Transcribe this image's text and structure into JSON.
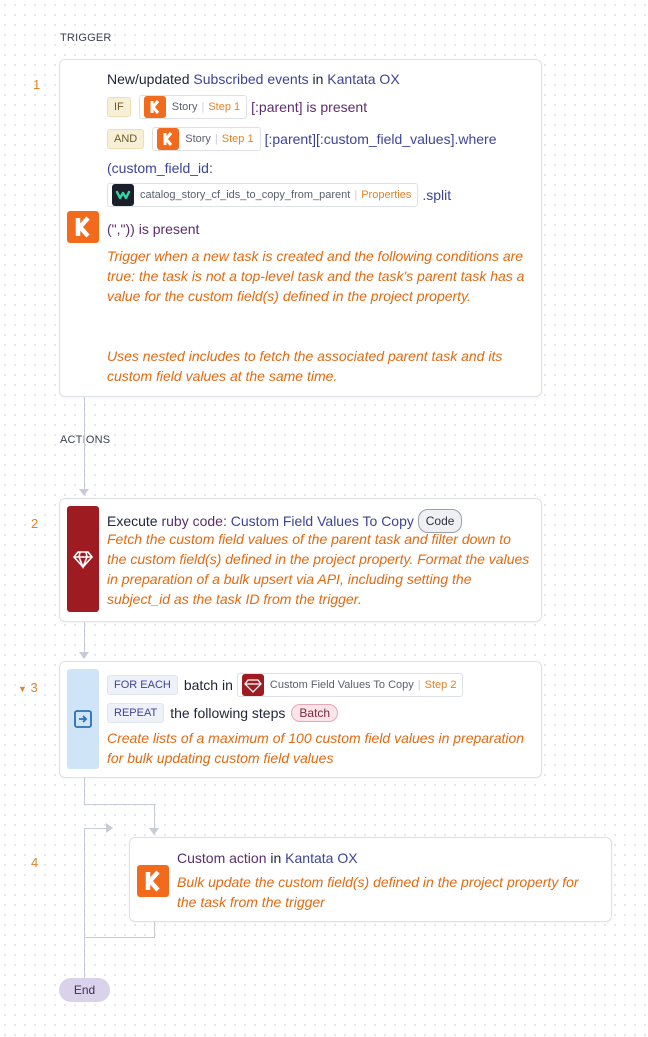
{
  "sections": {
    "trigger": "TRIGGER",
    "actions": "ACTIONS"
  },
  "colors": {
    "accent_orange": "#e0842a",
    "kantata_orange": "#f26b1d",
    "ruby_red": "#9e1b22",
    "loop_blue": "#cfe5f7"
  },
  "step1": {
    "number": "1",
    "title_prefix": "New/updated",
    "title_event": "Subscribed events",
    "title_in": "in",
    "title_app": "Kantata OX",
    "if_kw": "IF",
    "and_kw": "AND",
    "pill1": {
      "label": "Story",
      "step": "Step 1"
    },
    "cond1": "[:parent] is present",
    "pill2": {
      "label": "Story",
      "step": "Step 1"
    },
    "cond2": "[:parent][:custom_field_values].where",
    "cond2b": "(custom_field_id:",
    "prop_pill": {
      "label": "catalog_story_cf_ids_to_copy_from_parent",
      "step": "Properties"
    },
    "split": ".split",
    "cond2c": "(\",\")) is present",
    "desc1": "Trigger when a new task is created and the following conditions are true: the task is not a top-level task and the task's parent task has a value for the custom field(s) defined in the project property.",
    "desc2": "Uses nested includes to fetch the associated parent task and its custom field values at the same time.",
    "icon": "kantata-logo-icon"
  },
  "step2": {
    "number": "2",
    "title_prefix": "Execute",
    "title_lang": "ruby code:",
    "title_name": "Custom Field Values To Copy",
    "badge": "Code",
    "desc": "Fetch the custom field values of the parent task and filter down to the custom field(s) defined in the project property. Format the values in preparation of a bulk upsert via API, including setting the subject_id as the task ID from the trigger.",
    "icon": "ruby-gem-icon"
  },
  "step3": {
    "number": "3",
    "foreach_kw": "FOR EACH",
    "batch_in": "batch in",
    "pill": {
      "label": "Custom Field Values To Copy",
      "step": "Step 2"
    },
    "repeat_kw": "REPEAT",
    "following": "the following steps",
    "badge": "Batch",
    "desc": "Create lists of a maximum of 100 custom field values in preparation for bulk updating custom field values",
    "icon": "loop-icon"
  },
  "step4": {
    "number": "4",
    "title_prefix": "Custom action",
    "title_in": "in",
    "title_app": "Kantata OX",
    "desc": "Bulk update the custom field(s) defined in the project property for the task from the trigger",
    "icon": "kantata-logo-icon"
  },
  "end_label": "End"
}
